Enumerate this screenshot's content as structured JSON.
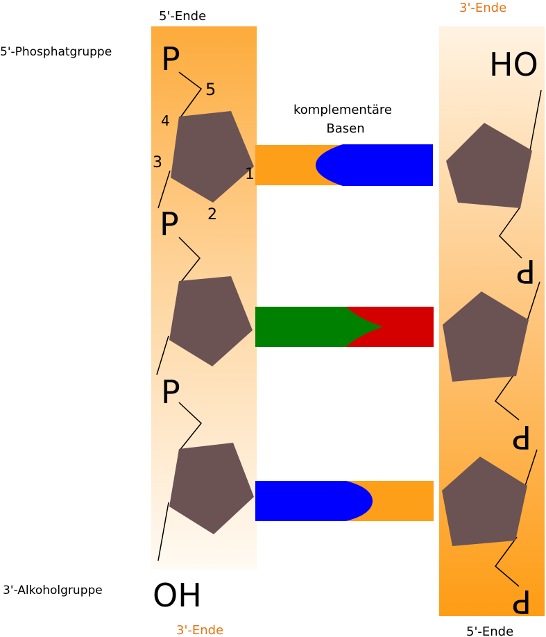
{
  "labels": {
    "left_top_end": "5'-Ende",
    "left_bottom_end": "3'-Ende",
    "right_top_end": "3'-Ende",
    "right_bottom_end": "5'-Ende",
    "phosphate_group": "5'-Phosphatgruppe",
    "alcohol_group": "3'-Alkoholgruppe",
    "complementary_line1": "komplementäre",
    "complementary_line2": "Basen"
  },
  "symbols": {
    "phosphate": "P",
    "oh_left": "OH",
    "ho_right": "HO"
  },
  "ring_numbers": [
    "1",
    "2",
    "3",
    "4",
    "5"
  ],
  "colors": {
    "strand_gradient_dark": "#fdaa3a",
    "strand_gradient_light": "#fff6ea",
    "sugar": "#6b5353",
    "base_orange": "#fe9f19",
    "base_blue": "#0000ff",
    "base_green": "#008000",
    "base_red": "#d40000",
    "end_label_orange": "#e87413"
  }
}
